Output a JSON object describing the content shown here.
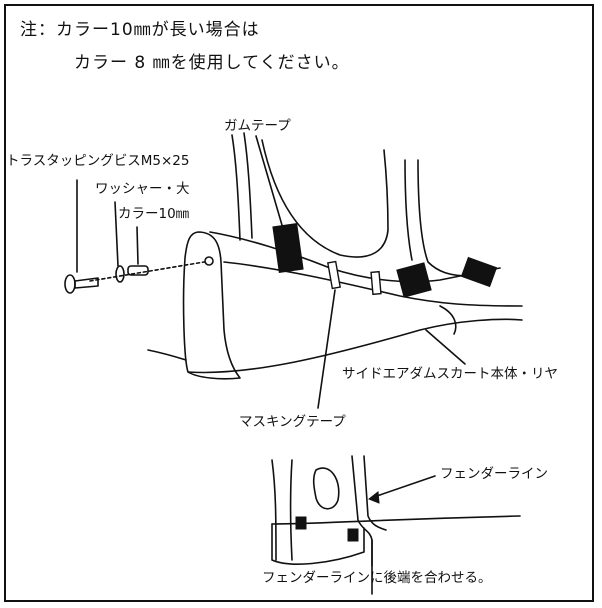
{
  "note": {
    "line1": "注：カラー10㎜が長い場合は",
    "line2": "カラー 8 ㎜を使用してください。"
  },
  "labels": {
    "screw": "トラスタッピングビスM5×25",
    "washer": "ワッシャー・大",
    "collar": "カラー10㎜",
    "gum_tape": "ガムテープ",
    "skirt_body": "サイドエアダムスカート本体・リヤ",
    "masking_tape": "マスキングテープ",
    "fender_line": "フェンダーライン",
    "align_instruction": "フェンダーラインに後端を合わせる。"
  }
}
